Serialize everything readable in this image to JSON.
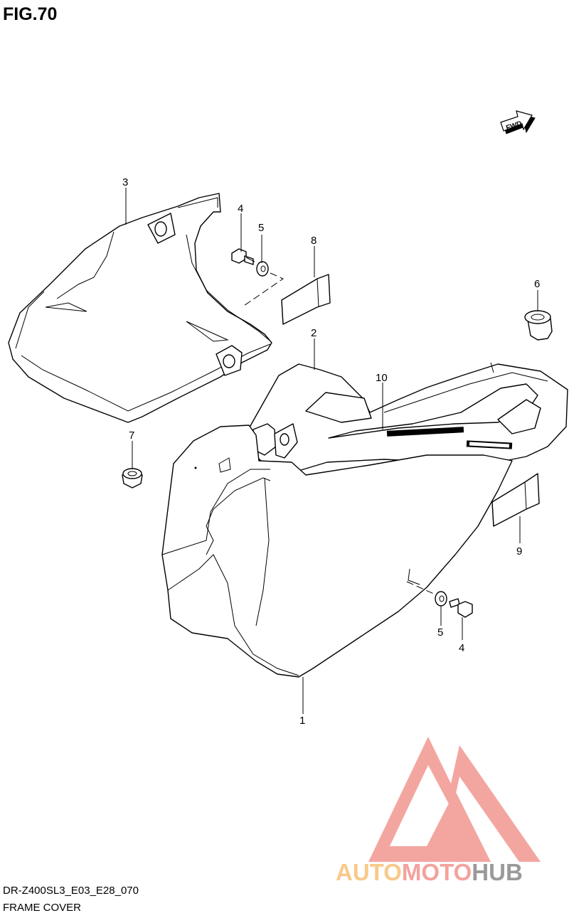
{
  "figure": {
    "title": "FIG.70",
    "code": "DR-Z400SL3_E03_E28_070",
    "name": "FRAME COVER"
  },
  "orientation": {
    "label": "FWD",
    "icon": "forward-arrow-icon"
  },
  "callouts": {
    "c1": "1",
    "c2": "2",
    "c3": "3",
    "c4a": "4",
    "c4b": "4",
    "c5a": "5",
    "c5b": "5",
    "c6": "6",
    "c7": "7",
    "c8": "8",
    "c9": "9",
    "c10": "10"
  },
  "watermark": {
    "brand": "AUTOMOTOHUB",
    "parts": [
      "AUTO",
      "MOTO",
      "HUB"
    ],
    "colors": {
      "auto": "#f9c98a",
      "moto": "#f4a29d",
      "hub": "#9a9a9a",
      "logo": "#f29c96"
    }
  }
}
